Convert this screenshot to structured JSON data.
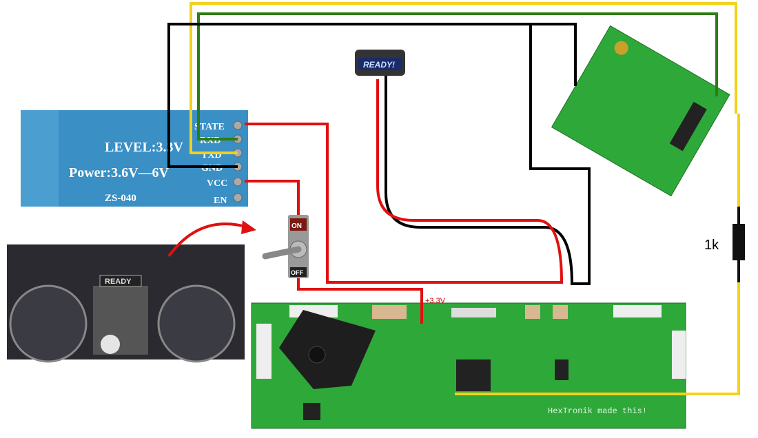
{
  "bluetooth_module": {
    "pins": [
      "STATE",
      "RXD",
      "TXD",
      "GND",
      "VCC",
      "EN"
    ],
    "level_text": "LEVEL:3.3V",
    "power_text": "Power:3.6V—6V",
    "model": "ZS-040"
  },
  "switch": {
    "on_label": "ON",
    "off_label": "OFF"
  },
  "led_badge": {
    "text": "READY!"
  },
  "voltage_label": "+3.3V",
  "resistor_label": "1k",
  "board_text": "HexTronik made this!",
  "transmitter": {
    "badge": "READY"
  },
  "colors": {
    "red": "#e01010",
    "black": "#000000",
    "yellow": "#f2d21b",
    "green": "#2e7d12",
    "blue_board": "#3a8fc4",
    "pcb_green": "#2fa83a"
  }
}
